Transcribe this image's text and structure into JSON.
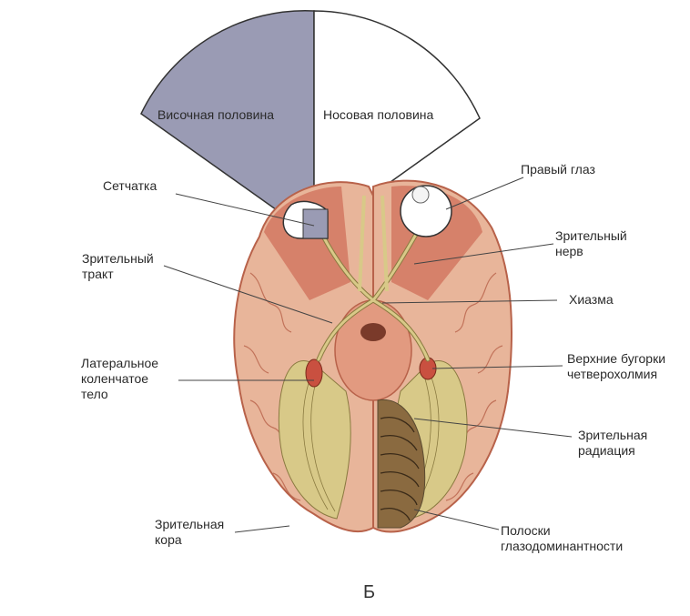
{
  "fan": {
    "temporal_label": "Височная половина",
    "nasal_label": "Носовая половина",
    "colors": {
      "temporal": "#9a9bb4",
      "nasal": "#ffffff",
      "stroke": "#333333"
    }
  },
  "labels": {
    "retina": "Сетчатка",
    "right_eye": "Правый глаз",
    "optic_nerve": "Зрительный\nнерв",
    "optic_tract": "Зрительный\nтракт",
    "chiasm": "Хиазма",
    "lgn": "Латеральное\nколенчатое\nтело",
    "superior_colliculi": "Верхние бугорки\nчетверохолмия",
    "optic_radiation": "Зрительная\nрадиация",
    "visual_cortex": "Зрительная\nкора",
    "dominance_columns": "Полоски\nглазодоминантности"
  },
  "figure_letter": "Б",
  "colors": {
    "brain_pink": "#e8b59a",
    "brain_outline": "#b8624a",
    "brain_red": "#c95040",
    "yellow_tract": "#d8c988",
    "dark_stripes": "#5a4a30",
    "leader": "#444444"
  }
}
